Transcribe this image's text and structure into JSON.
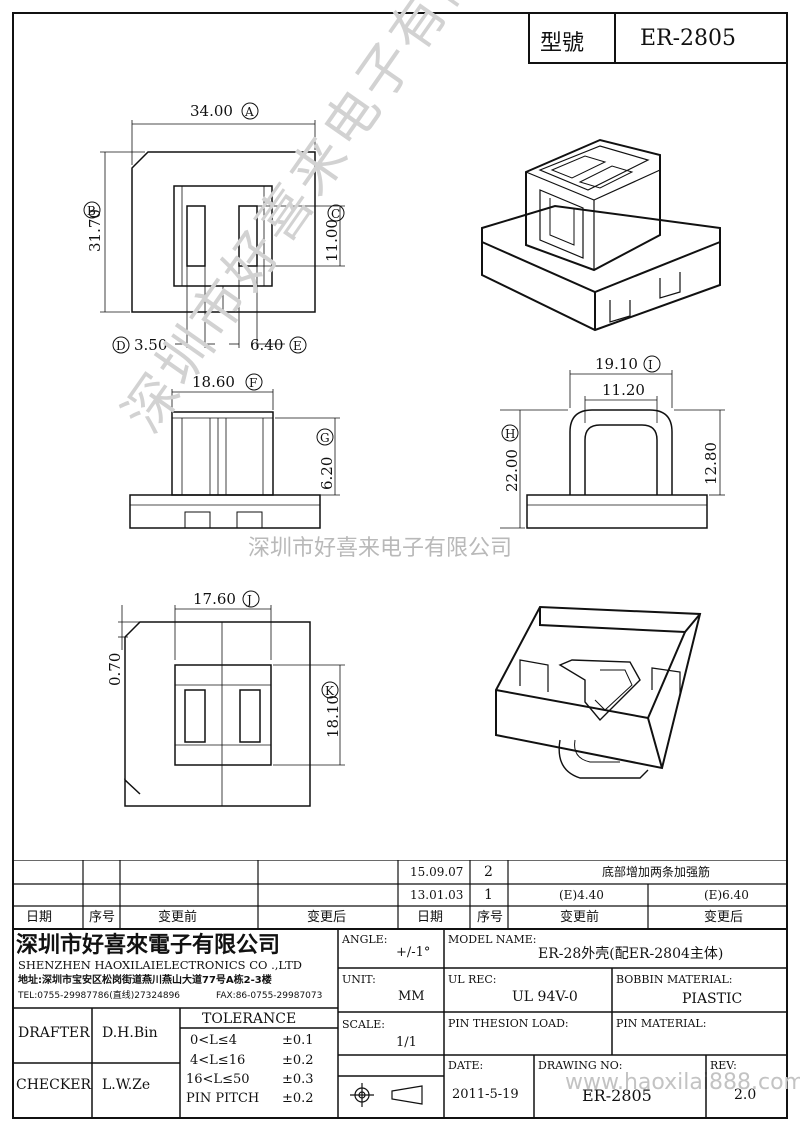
{
  "model_header": {
    "label": "型號",
    "value": "ER-2805"
  },
  "dimensions": {
    "A": {
      "letter": "A",
      "value": "34.00"
    },
    "B": {
      "letter": "B",
      "value": "31.70"
    },
    "C": {
      "letter": "C",
      "value": "11.00"
    },
    "D": {
      "letter": "D",
      "value": "3.50"
    },
    "E": {
      "letter": "E",
      "value": "6.40"
    },
    "F": {
      "letter": "F",
      "value": "18.60"
    },
    "G": {
      "letter": "G",
      "value": "6.20"
    },
    "H": {
      "letter": "H",
      "value": "22.00"
    },
    "I": {
      "letter": "I",
      "value": "19.10"
    },
    "I_inner": {
      "value": "11.20"
    },
    "I_height": {
      "value": "12.80"
    },
    "J": {
      "letter": "J",
      "value": "17.60"
    },
    "K": {
      "letter": "K",
      "value": "18.10"
    },
    "J_offset": {
      "value": "0.70"
    }
  },
  "watermark": {
    "text_big": "深圳市好喜来电子有限公司",
    "text_small": "深圳市好喜来电子有限公司",
    "url": "www.haoxilai888.com"
  },
  "revisions": {
    "rows": [
      {
        "date": "15.09.07",
        "no": "2",
        "before": "底部增加两条加强筋",
        "after": ""
      },
      {
        "date": "13.01.03",
        "no": "1",
        "before": "(E)4.40",
        "after": "(E)6.40"
      }
    ],
    "headers": {
      "date": "日期",
      "no": "序号",
      "before": "变更前",
      "after": "变更后"
    }
  },
  "company": {
    "name_cn": "深圳市好喜來電子有限公司",
    "name_en": "SHENZHEN HAOXILAIELECTRONICS CO .,LTD",
    "address": "地址:深圳市宝安区松岗街道燕川燕山大道77号A栋2-3楼",
    "tel": "TEL:0755-29987786(直线)27324896",
    "fax": "FAX:86-0755-29987073"
  },
  "title_block": {
    "angle_label": "ANGLE:",
    "angle_value": "+/-1°",
    "model_name_label": "MODEL NAME:",
    "model_name_value": "ER-28外壳(配ER-2804主体)",
    "unit_label": "UNIT:",
    "unit_value": "MM",
    "ul_rec_label": "UL REC:",
    "ul_rec_value": "UL 94V-0",
    "bobbin_material_label": "BOBBIN MATERIAL:",
    "bobbin_material_value": "PIASTIC",
    "scale_label": "SCALE:",
    "scale_value": "1/1",
    "pin_tension_label": "PIN THESION LOAD:",
    "pin_material_label": "PIN MATERIAL:",
    "date_label": "DATE:",
    "date_value": "2011-5-19",
    "drawing_no_label": "DRAWING NO:",
    "drawing_no_value": "ER-2805",
    "rev_label": "REV:",
    "rev_value": "2.0",
    "drafter_label": "DRAFTER",
    "drafter_value": "D.H.Bin",
    "checker_label": "CHECKER",
    "checker_value": "L.W.Ze",
    "tolerance_title": "TOLERANCE",
    "tolerance_rows": [
      {
        "range": "0<L≤4",
        "value": "±0.1"
      },
      {
        "range": "4<L≤16",
        "value": "±0.2"
      },
      {
        "range": "16<L≤50",
        "value": "±0.3"
      },
      {
        "range": "PIN PITCH",
        "value": "±0.2"
      }
    ]
  }
}
